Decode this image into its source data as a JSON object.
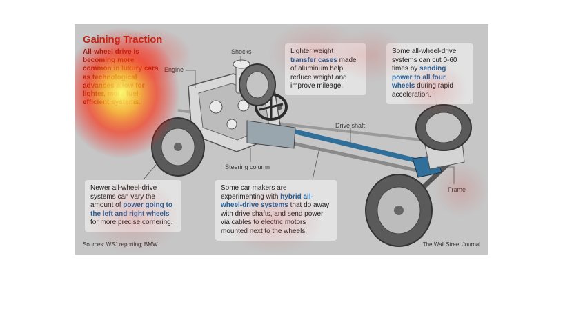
{
  "title": "Gaining Traction",
  "intro": "All-wheel drive is becoming more common in luxury cars as technological advances allow for lighter, more fuel-efficient systems.",
  "labels": {
    "engine": "Engine",
    "shocks": "Shocks",
    "drive_shaft": "Drive shaft",
    "steering_column": "Steering column",
    "frame": "Frame"
  },
  "callouts": {
    "transfer": {
      "pre": "Lighter weight ",
      "hl": "transfer cases",
      "post": " made of aluminum help reduce weight and improve mileage."
    },
    "acceleration": {
      "pre": "Some all-wheel-drive systems can cut 0-60 times by ",
      "hl": "sending power to all four wheels",
      "post": " during rapid acceleration."
    },
    "cornering": {
      "pre": "Newer all-wheel-drive systems can vary the amount of ",
      "hl": "power going to the left and right wheels",
      "post": " for more precise cornering."
    },
    "hybrid": {
      "pre": "Some car makers are experimenting with ",
      "hl": "hybrid all-wheel-drive systems",
      "post": " that do away with drive shafts, and send power via cables to electric motors mounted next to the wheels."
    }
  },
  "sources": "Sources: WSJ reporting; BMW",
  "publisher": "The Wall Street Journal",
  "colors": {
    "title": "#b32a1a",
    "highlight": "#1f5f98",
    "shaft": "#2f6f9a",
    "heat_hot": "#ffff66",
    "heat_warm": "#ff2200"
  }
}
